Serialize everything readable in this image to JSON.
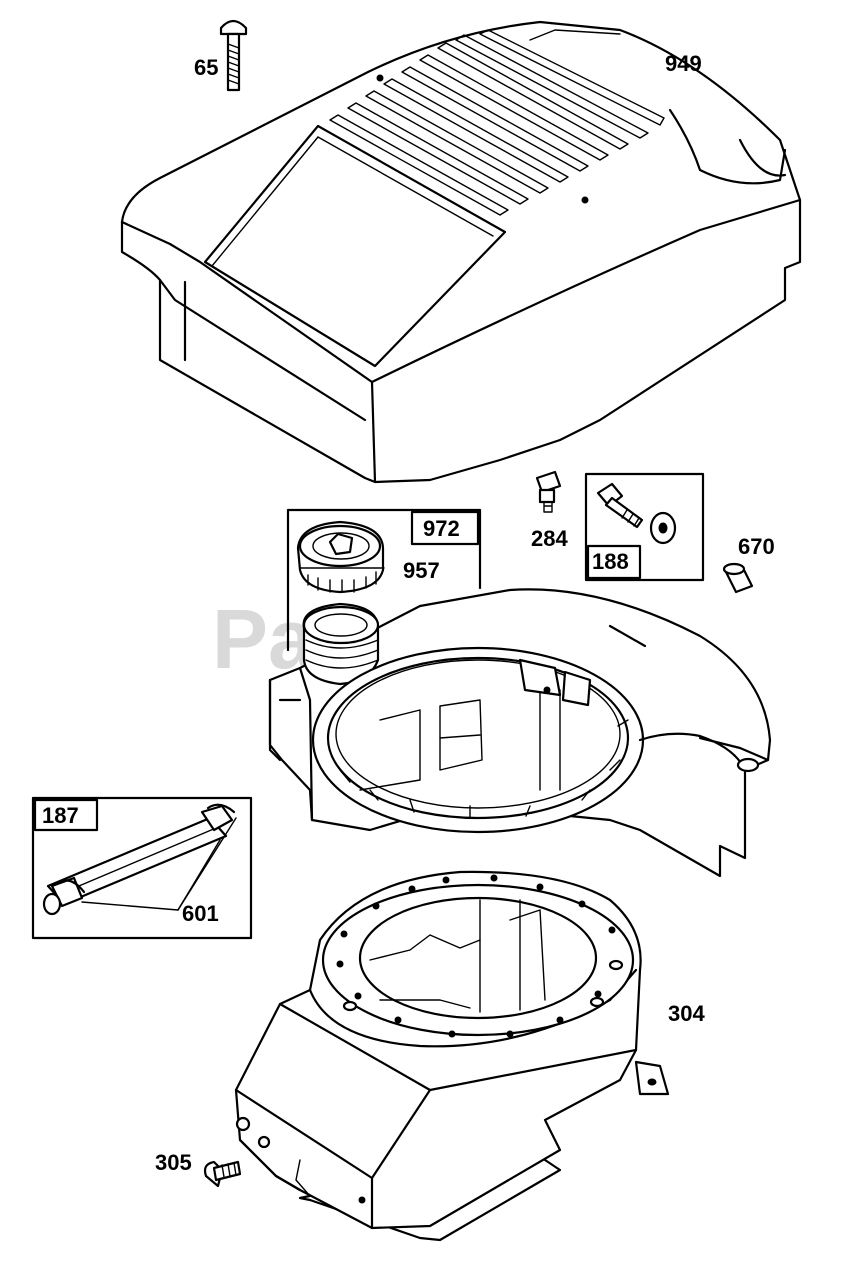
{
  "watermark": {
    "text": "PartsTree",
    "tm": "™"
  },
  "parts": {
    "p65": "65",
    "p949": "949",
    "p972": "972",
    "p957": "957",
    "p284": "284",
    "p188": "188",
    "p670": "670",
    "p187": "187",
    "p601": "601",
    "p304": "304",
    "p305": "305"
  }
}
